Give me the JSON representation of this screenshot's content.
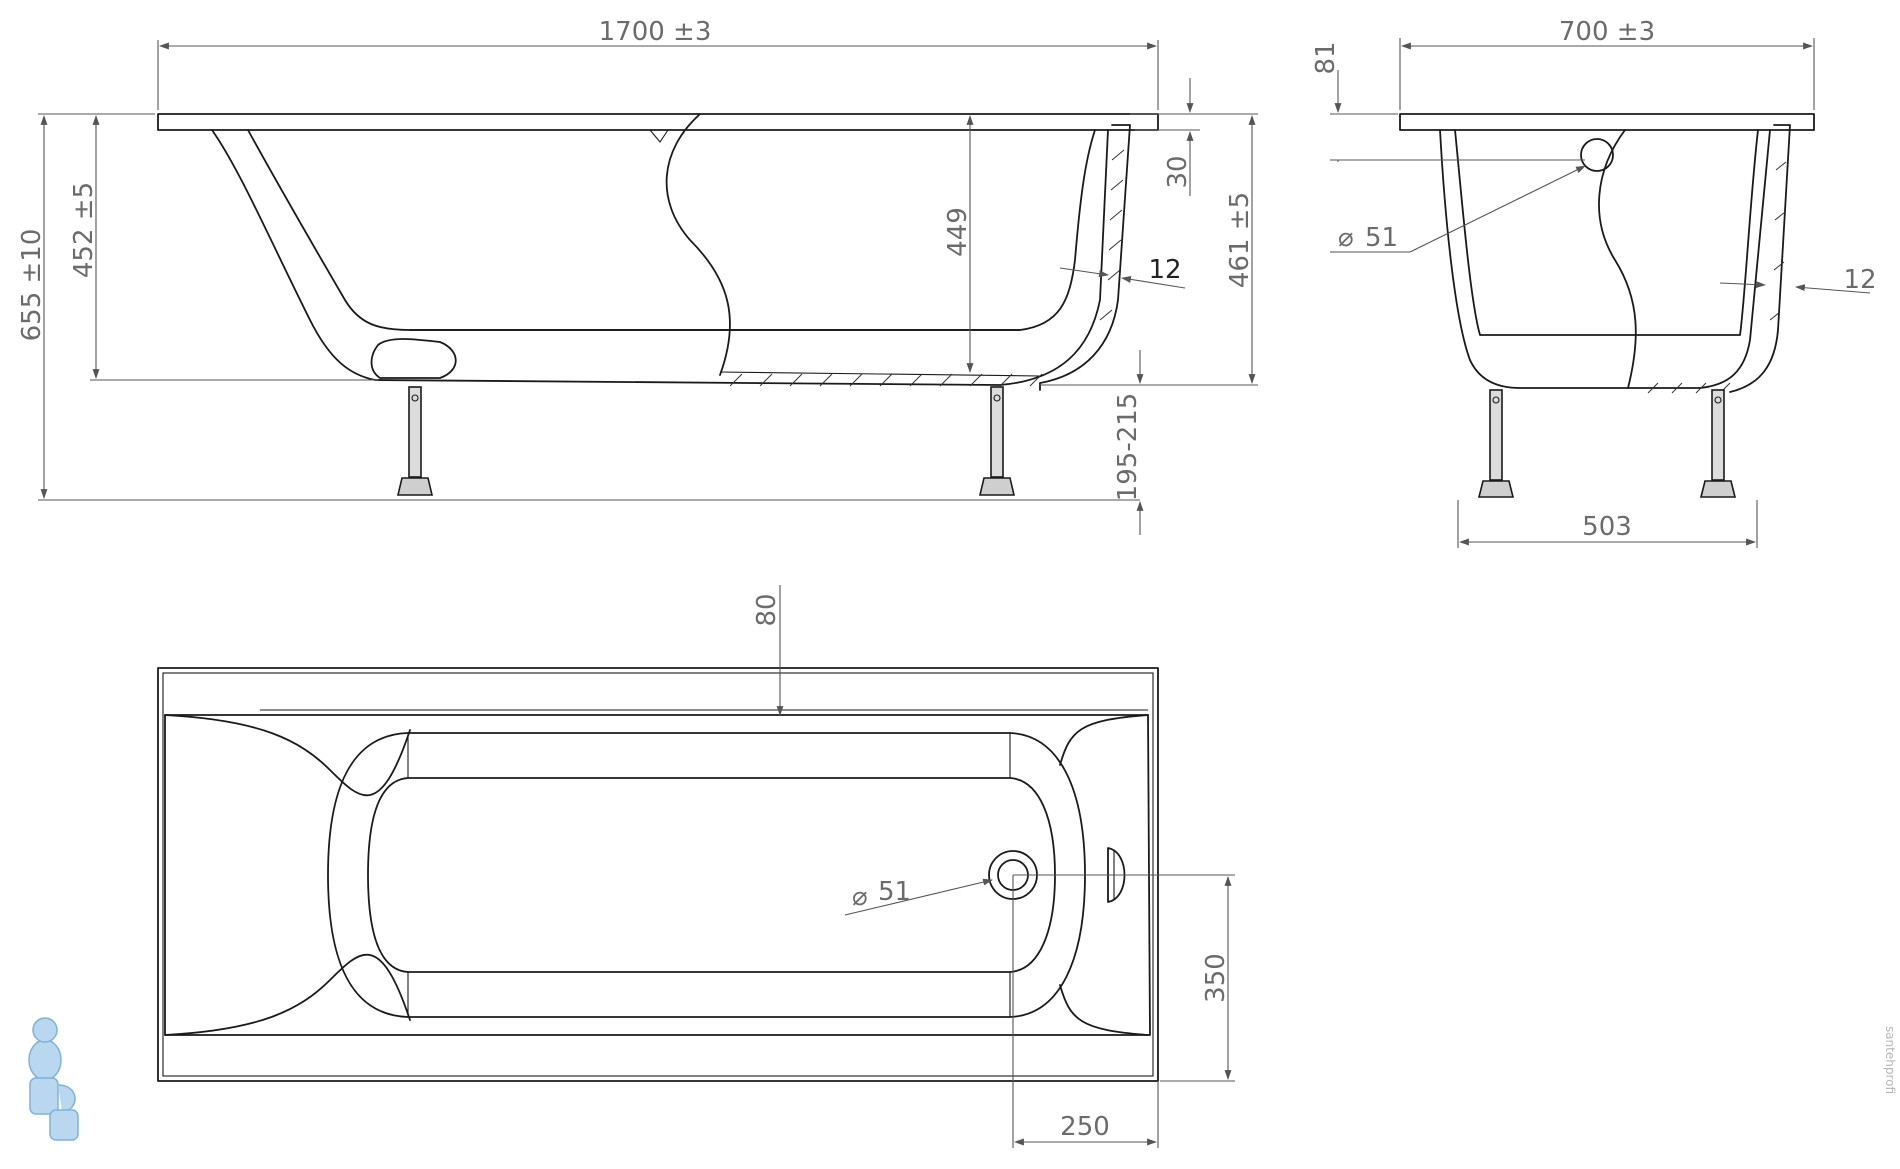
{
  "drawing": {
    "side_view": {
      "length": "1700 ±3",
      "total_height": "655 ±10",
      "inner_depth_left": "452 ±5",
      "inner_depth_mid": "449",
      "rim": "30",
      "outer_height": "461 ±5",
      "wall": "12",
      "legs": "195-215"
    },
    "end_view": {
      "width": "700 ±3",
      "rim_offset": "81",
      "drain_dia": "51",
      "wall": "12",
      "legs_spacing": "503"
    },
    "top_view": {
      "offset": "80",
      "drain_dia": "51",
      "drain_y": "350",
      "drain_x": "250"
    },
    "diameter_symbol": "⌀",
    "watermark": "santehprofi"
  }
}
